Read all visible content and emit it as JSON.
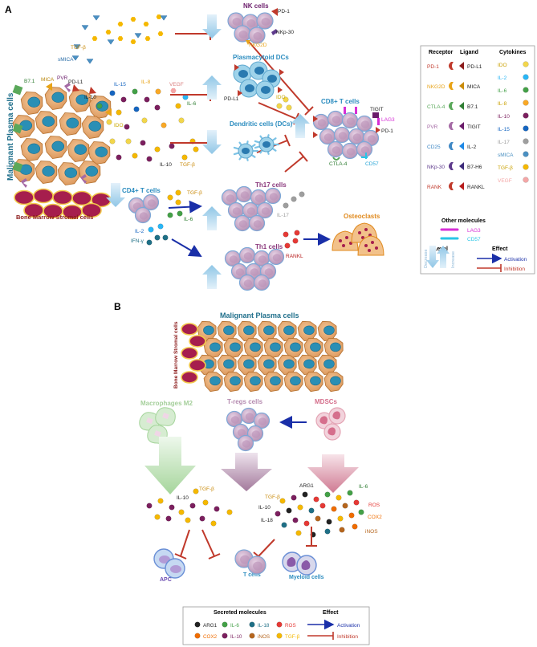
{
  "panels": {
    "a": {
      "letter": "A"
    },
    "b": {
      "letter": "B"
    }
  },
  "colors": {
    "plasma_cell": "#e6a96b",
    "nucleus": "#2a8fb5",
    "stromal": "#a61e4d",
    "lymphocyte": "#c9a8c8",
    "dc_blue": "#9fd3ea",
    "activation": "#1a2fa8",
    "inhibition": "#c0392b",
    "macrophage": "#b9deb3",
    "treg": "#b58bb0",
    "mdsc": "#e4a5b5"
  },
  "a": {
    "malignant_label": "Malignant Plasma cells",
    "stromal_label": "Bone Marrow Stromal cells",
    "tumor_ligands": {
      "b71": "B7.1",
      "mica": "MICA",
      "pvr": "PVR",
      "pdl1": "PD-L1"
    },
    "soluble": {
      "tgfb": "TGF-β",
      "smica": "sMICA",
      "il10": "IL-10",
      "il15": "IL-15",
      "il8": "IL-8",
      "vegf": "VEGF",
      "il6": "IL-6",
      "ido": "IDO",
      "il10b": "IL-10",
      "tgfb2": "TGF-β"
    },
    "nk": {
      "title": "NK cells",
      "pd1": "PD-1",
      "nkg2d": "NKG2D",
      "nkp30": "NKp-30"
    },
    "pdc": {
      "title": "Plasmacytoid DCs",
      "pdl1": "PD-L1",
      "ido": "IDO"
    },
    "dc": {
      "title": "Dendritic cells (DCs)"
    },
    "cd8": {
      "title": "CD8+ T cells",
      "tigit": "TIGIT",
      "lag3": "LAG3",
      "pd1": "PD-1",
      "ctla4": "CTLA-4",
      "cd57": "CD57"
    },
    "cd4": {
      "title": "CD4+ T cells",
      "tgfb": "TGF-β",
      "il6": "IL-6",
      "il2": "IL-2",
      "ifng": "IFN-γ"
    },
    "th17": {
      "title": "Th17 cells",
      "il17": "IL-17",
      "rankl": "RANKL"
    },
    "th1": {
      "title": "Th1 cells"
    },
    "osteo": {
      "title": "Osteoclasts"
    }
  },
  "legend_a": {
    "headers": {
      "receptor": "Receptor",
      "ligand": "Ligand",
      "cytokines": "Cytokines"
    },
    "pairs": [
      {
        "receptor": "PD-1",
        "ligand": "PD-L1",
        "rcolor": "#c0392b",
        "lcolor": "#8b1a1a"
      },
      {
        "receptor": "NKG2D",
        "ligand": "MICA",
        "rcolor": "#e8a317",
        "lcolor": "#c98a0a"
      },
      {
        "receptor": "CTLA-4",
        "ligand": "B7.1",
        "rcolor": "#5aa85a",
        "lcolor": "#2e7d32"
      },
      {
        "receptor": "PVR",
        "ligand": "TIGIT",
        "rcolor": "#a56aa5",
        "lcolor": "#6a1b6a"
      },
      {
        "receptor": "CD25",
        "ligand": "IL-2",
        "rcolor": "#3f88c5",
        "lcolor": "#1e88e5"
      },
      {
        "receptor": "NKp-30",
        "ligand": "B7-H6",
        "rcolor": "#5e3a8c",
        "lcolor": "#3c2a7a"
      },
      {
        "receptor": "RANK",
        "ligand": "RANKL",
        "rcolor": "#c0392b",
        "lcolor": "#b71c1c"
      }
    ],
    "cytokines": [
      {
        "name": "IDO",
        "color": "#f2d64b"
      },
      {
        "name": "IL-2",
        "color": "#29b6f6"
      },
      {
        "name": "IL-6",
        "color": "#43a047"
      },
      {
        "name": "IL-8",
        "color": "#f9a825"
      },
      {
        "name": "IL-10",
        "color": "#7b1f5e"
      },
      {
        "name": "IL-15",
        "color": "#1565c0"
      },
      {
        "name": "IL-17",
        "color": "#9e9e9e"
      },
      {
        "name": "sMICA",
        "color": "#4a90c2"
      },
      {
        "name": "TGF-β",
        "color": "#f5b800"
      },
      {
        "name": "VEGF",
        "color": "#f4a6a6"
      }
    ],
    "other_title": "Other molecules",
    "other": [
      {
        "name": "LAG3",
        "color": "#d62fd6"
      },
      {
        "name": "CD57",
        "color": "#29c5e6"
      }
    ],
    "level_title": "Level",
    "decrease": "Decrease",
    "increase": "Increase",
    "effect_title": "Effect",
    "activation": "Activation",
    "inhibition": "Inhibition"
  },
  "b": {
    "malignant_label": "Malignant Plasma cells",
    "stromal_label": "Bone Marrow Stromal cells",
    "macrophages": "Macrophages M2",
    "tregs": "T-regs cells",
    "mdsc": "MDSCs",
    "mol": {
      "il10": "IL-10",
      "tgfb": "TGF-β",
      "tgfb2": "TGF-β",
      "arg1": "ARG1",
      "il6": "IL-6",
      "ros": "ROS",
      "il10b": "IL-10",
      "il18": "IL-18",
      "cox2": "COX2",
      "inos": "iNOS"
    },
    "apc": "APC",
    "tcells": "T cells",
    "myeloid": "Myeloid cells"
  },
  "legend_b": {
    "title": "Secreted molecules",
    "effect_title": "Effect",
    "items": [
      {
        "name": "ARG1",
        "color": "#222222"
      },
      {
        "name": "IL-6",
        "color": "#43a047"
      },
      {
        "name": "IL-18",
        "color": "#1e6f86"
      },
      {
        "name": "ROS",
        "color": "#e53935"
      },
      {
        "name": "COX2",
        "color": "#ef6c00"
      },
      {
        "name": "IL-10",
        "color": "#7b1f5e"
      },
      {
        "name": "iNOS",
        "color": "#b5651d"
      },
      {
        "name": "TGF-β",
        "color": "#f5b800"
      }
    ],
    "activation": "Activation",
    "inhibition": "Inhibition"
  }
}
